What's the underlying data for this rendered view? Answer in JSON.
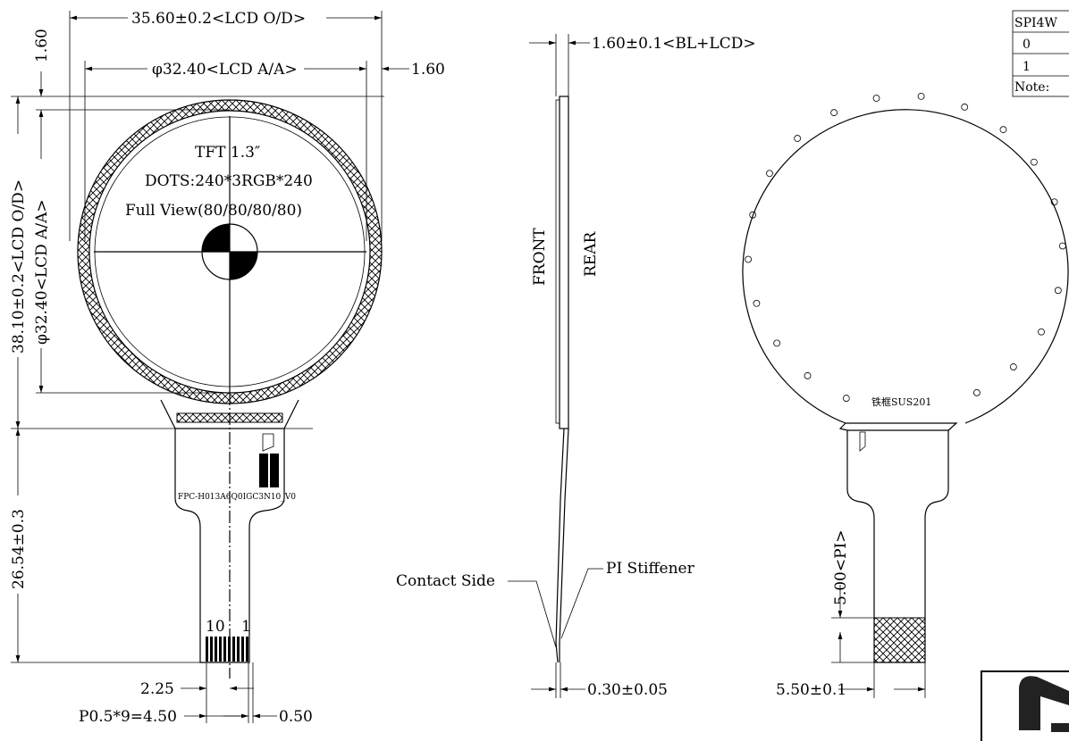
{
  "front_view": {
    "dim_outer_width": "35.60±0.2<LCD O/D>",
    "dim_aa_width": "φ32.40<LCD A/A>",
    "dim_top_gap": "1.60",
    "dim_side_gap": "1.60",
    "dim_outer_height": "38.10±0.2<LCD O/D>",
    "dim_aa_height": "φ32.40<LCD A/A>",
    "dim_fpc_length": "26.54±0.3",
    "panel_type": "TFT 1.3″",
    "dots": "DOTS:240*3RGB*240",
    "view": "Full View(80/80/80/80)",
    "fpc_part_no": "FPC-H013A6Q0IGC3N10_V0",
    "pin_10": "10",
    "pin_1": "1",
    "dim_pin_span": "2.25",
    "dim_pitch": "P0.5*9=4.50",
    "dim_pin_width": "0.50"
  },
  "side_view": {
    "dim_thickness": "1.60±0.1<BL+LCD>",
    "front_label": "FRONT",
    "rear_label": "REAR",
    "contact_side": "Contact Side",
    "pi_stiffener": "PI Stiffener",
    "dim_fpc_thickness": "0.30±0.05"
  },
  "rear_view": {
    "frame_label": "铁框SUS201",
    "dim_stiffener_length": "5.00<PI>",
    "dim_fpc_width": "5.50±0.1"
  },
  "interface_table": {
    "header": "SPI4W",
    "rows": [
      "0",
      "1"
    ],
    "note": "Note:"
  },
  "colors": {
    "line": "#000000",
    "background": "#ffffff"
  }
}
